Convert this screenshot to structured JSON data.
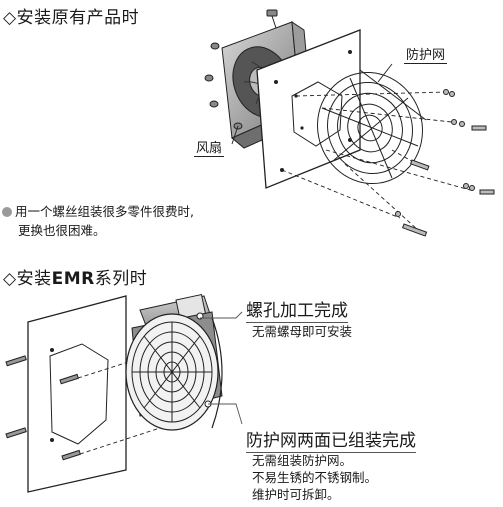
{
  "section1": {
    "title": "◇安装原有产品时",
    "label_fan": "风扇",
    "label_guard": "防护网",
    "note_line1": "用一个螺丝组装很多零件很费时,",
    "note_line2": "更换也很困难。"
  },
  "section2": {
    "title_prefix": "◇安装",
    "title_brand": "EMR",
    "title_suffix": "系列时",
    "callout1_title": "螺孔加工完成",
    "callout1_text": "无需螺母即可安装",
    "callout2_title": "防护网两面已组装完成",
    "callout2_line1": "无需组装防护网。",
    "callout2_line2": "不易生锈的不锈钢制。",
    "callout2_line3": "维护时可拆卸。"
  }
}
